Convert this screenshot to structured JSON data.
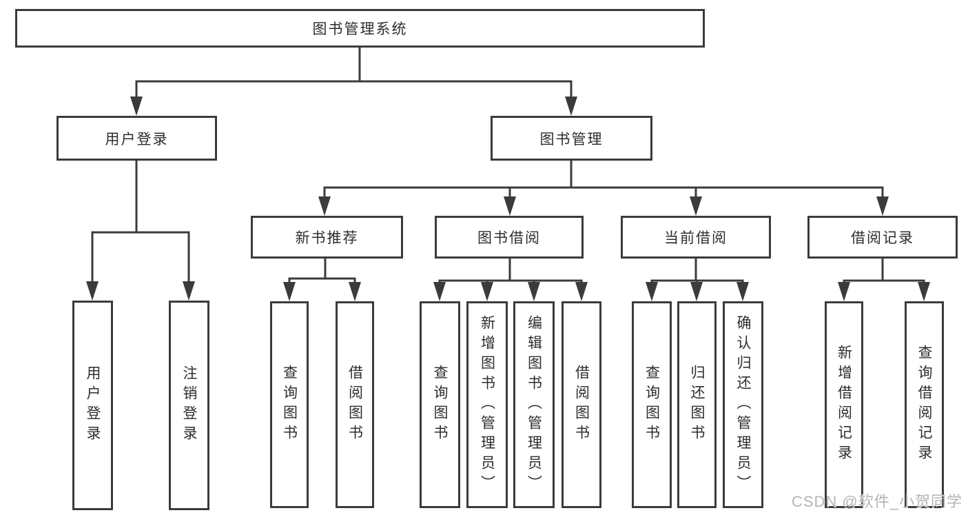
{
  "tree": {
    "root": {
      "label": "图书管理系统"
    },
    "branches": [
      {
        "label": "用户登录",
        "children": [
          {
            "label": "用户登录"
          },
          {
            "label": "注销登录"
          }
        ]
      },
      {
        "label": "图书管理",
        "children": [
          {
            "label": "新书推荐",
            "children": [
              {
                "label": "查询图书"
              },
              {
                "label": "借阅图书"
              }
            ]
          },
          {
            "label": "图书借阅",
            "children": [
              {
                "label": "查询图书"
              },
              {
                "label": "新增图书（管理员）"
              },
              {
                "label": "编辑图书（管理员）"
              },
              {
                "label": "借阅图书"
              }
            ]
          },
          {
            "label": "当前借阅",
            "children": [
              {
                "label": "查询图书"
              },
              {
                "label": "归还图书"
              },
              {
                "label": "确认归还（管理员）"
              }
            ]
          },
          {
            "label": "借阅记录",
            "children": [
              {
                "label": "新增借阅记录"
              },
              {
                "label": "查询借阅记录"
              }
            ]
          }
        ]
      }
    ]
  },
  "watermark": {
    "text": "CSDN @软件_小贺同学"
  },
  "colors": {
    "line": "#3b3b3b",
    "text": "#2d2d2d",
    "box_fill": "#ffffff",
    "watermark": "#b4b4b4",
    "background": "#ffffff"
  }
}
